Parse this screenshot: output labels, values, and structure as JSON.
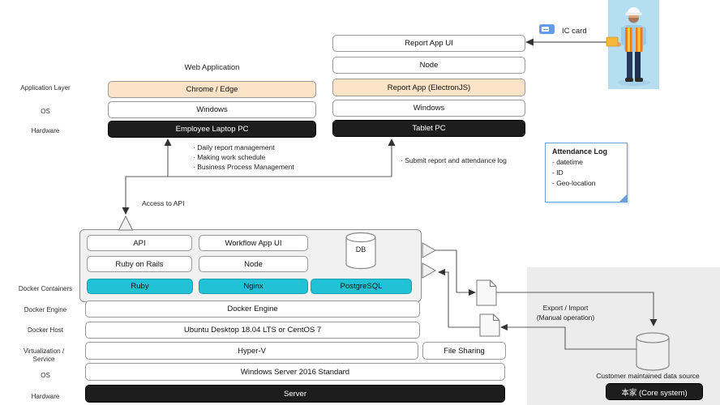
{
  "layers": [
    "Application Layer",
    "OS",
    "Hardware",
    "Docker Containers",
    "Docker Engine",
    "Docker Host",
    "Virtualization / Service",
    "OS",
    "Hardware"
  ],
  "web_client": {
    "title": "Web Application",
    "browser": "Chrome / Edge",
    "os": "Windows",
    "hardware": "Employee Laptop PC",
    "tasks": [
      "· Daily report management",
      "· Making work schedule",
      "· Business Process Management"
    ]
  },
  "tablet_client": {
    "ui": "Report App UI",
    "runtime": "Node",
    "app": "Report App (ElectronJS)",
    "os": "Windows",
    "hardware": "Tablet PC",
    "task": "· Submit report and attendance log"
  },
  "ic_card_label": "IC card",
  "access_label": "Access to API",
  "attendance_log": {
    "title": "Attendance Log",
    "items": [
      "- datetime",
      "- ID",
      "- Geo-location"
    ]
  },
  "server": {
    "api": "API",
    "workflow_ui": "Workflow App UI",
    "rails": "Ruby on Rails",
    "node": "Node",
    "ruby": "Ruby",
    "nginx": "Nginx",
    "postgresql": "PostgreSQL",
    "db": "DB",
    "engine": "Docker Engine",
    "host": "Ubuntu Desktop 18.04 LTS or CentOS 7",
    "virtualization": "Hyper-V",
    "file_sharing": "File Sharing",
    "os": "Windows Server 2016 Standard",
    "hardware": "Server"
  },
  "external": {
    "export_title": "Export / Import",
    "export_sub": "(Manual operation)",
    "datasource": "Customer maintained data source",
    "core": "本家 (Core system)"
  },
  "colors": {
    "cyan": "#22c2d6",
    "peach": "#fae3c6",
    "dark_box": "#1d1d1d",
    "note_border": "#6c9fd4",
    "worker_bg": "#b5def1",
    "ic_card_blue": "#5f9df2"
  }
}
